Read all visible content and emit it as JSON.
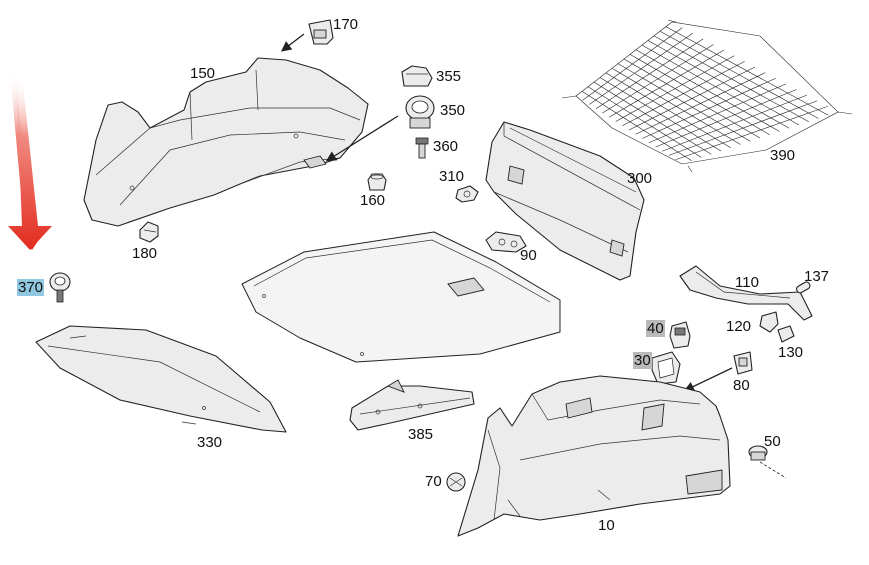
{
  "diagram": {
    "colors": {
      "arrow_red": "#e32b1f",
      "highlight_blue": "#8fc8df",
      "highlight_gray": "#b9b9b9",
      "outline": "#222222"
    },
    "labels": {
      "p170": "170",
      "p150": "150",
      "p355": "355",
      "p350": "350",
      "p360": "360",
      "p310": "310",
      "p160": "160",
      "p180": "180",
      "p300": "300",
      "p390": "390",
      "p90": "90",
      "p370": "370",
      "p110": "110",
      "p137": "137",
      "p40": "40",
      "p120": "120",
      "p130": "130",
      "p30": "30",
      "p80": "80",
      "p330": "330",
      "p385": "385",
      "p50": "50",
      "p70": "70",
      "p10": "10"
    }
  }
}
